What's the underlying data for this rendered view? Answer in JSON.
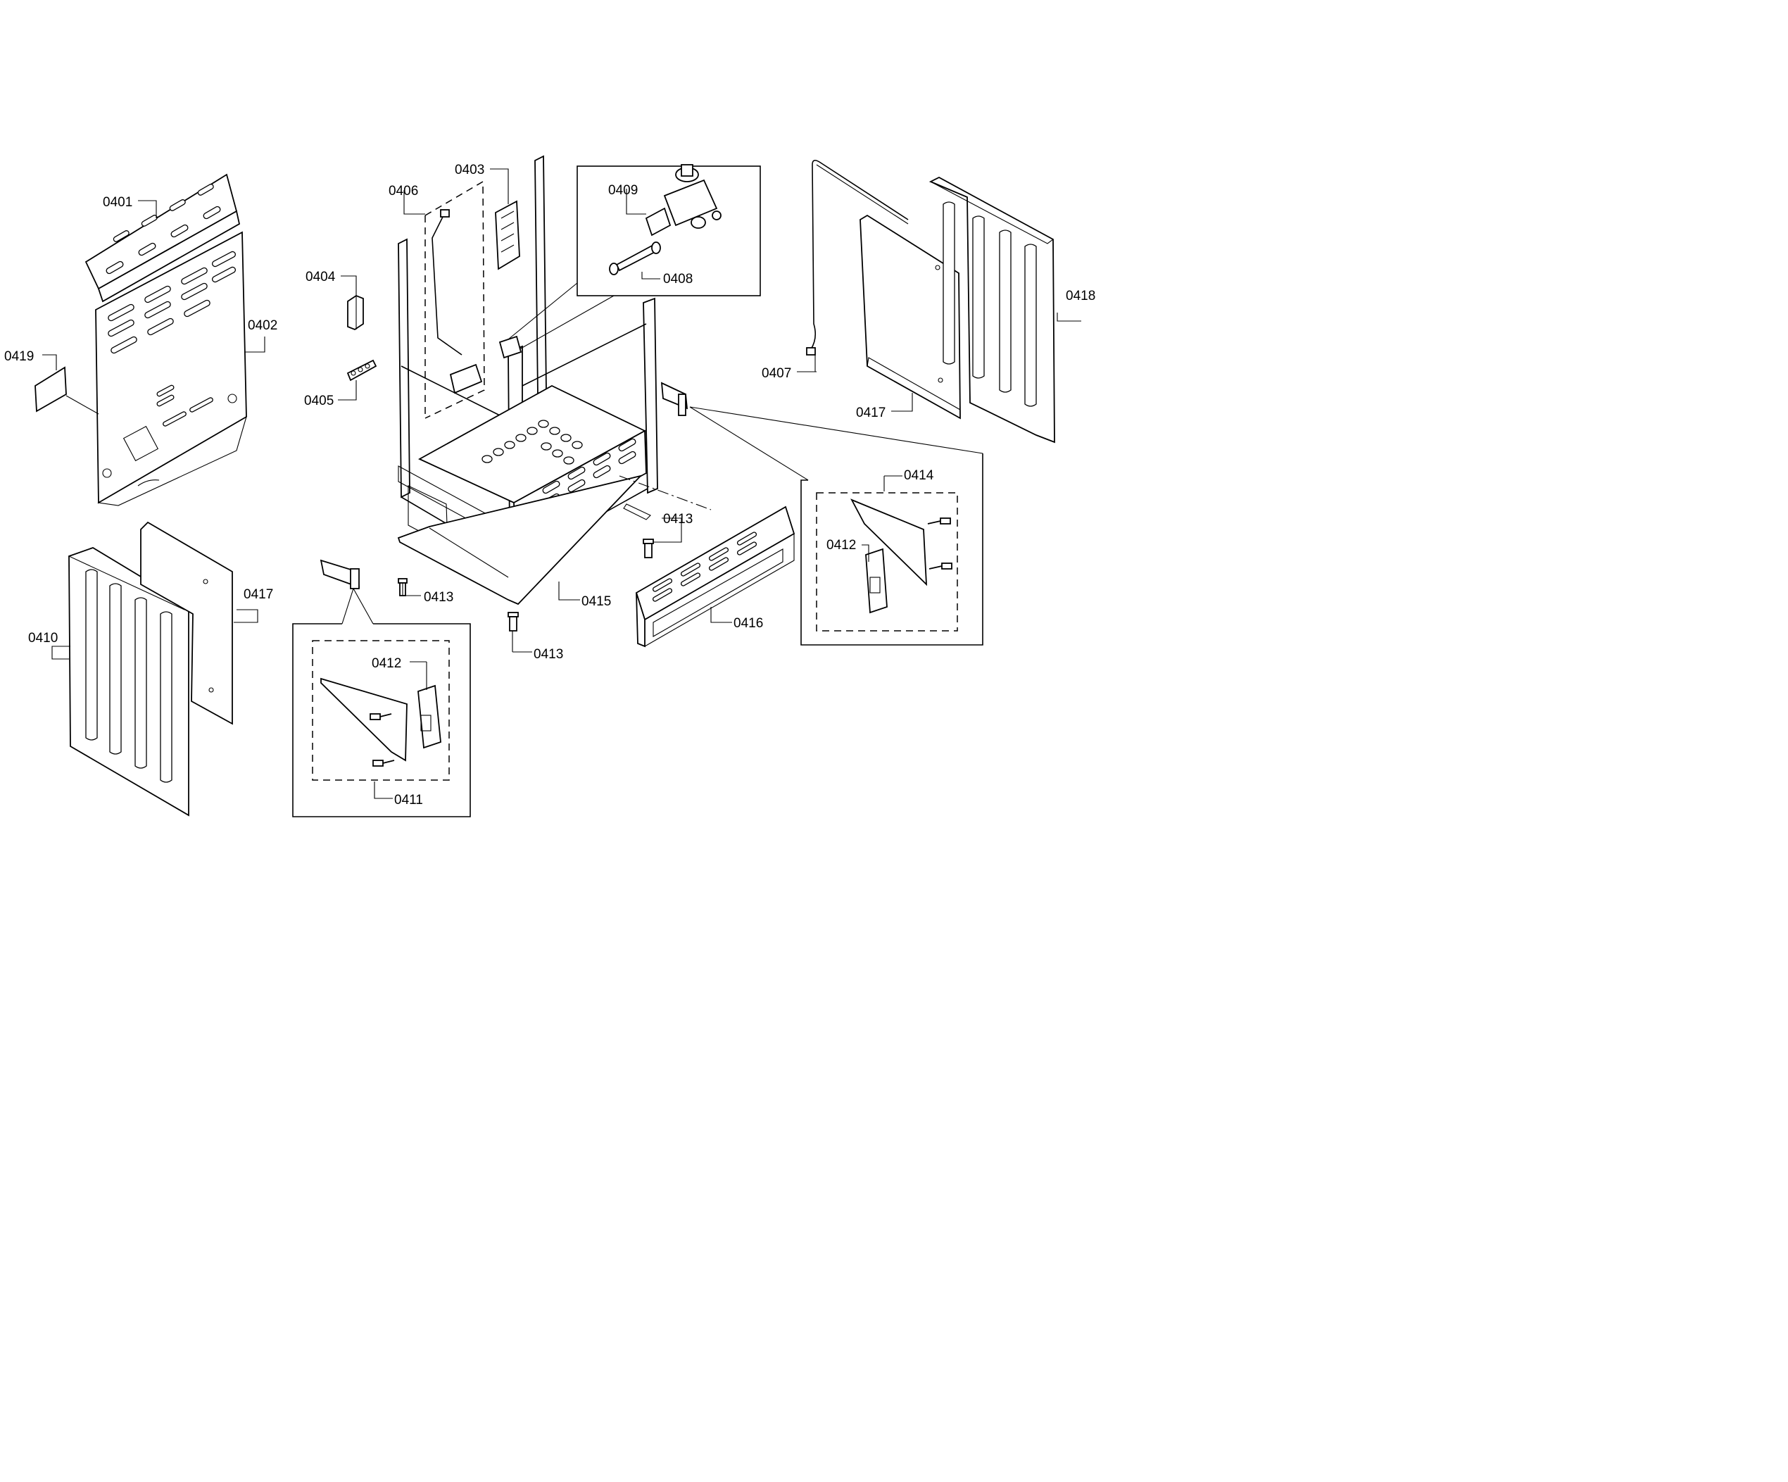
{
  "parts": {
    "p0401": "0401",
    "p0402": "0402",
    "p0403": "0403",
    "p0404": "0404",
    "p0405": "0405",
    "p0406": "0406",
    "p0407": "0407",
    "p0408": "0408",
    "p0409": "0409",
    "p0410": "0410",
    "p0411": "0411",
    "p0412": "0412",
    "p0413": "0413",
    "p0414": "0414",
    "p0415": "0415",
    "p0416": "0416",
    "p0417": "0417",
    "p0418": "0418",
    "p0419": "0419"
  }
}
